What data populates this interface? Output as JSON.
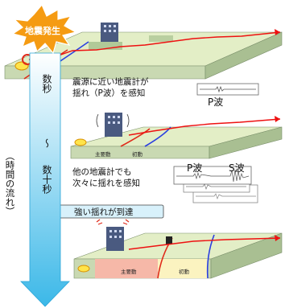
{
  "banner": {
    "label": "地震発生",
    "burst_color": "#f59b12",
    "text_color": "#ffffff"
  },
  "timeline": {
    "label_seconds": "数秒",
    "label_tilde": "～",
    "label_tens": "数十秒",
    "label_flow": "（時間の流れ）",
    "arrow_top_color": "#ffffff",
    "arrow_bottom_color": "#3bb8e8"
  },
  "panel1": {
    "caption": "震源に近い地震計が\n揺れ（P波）を感知",
    "wave_label": "P波"
  },
  "panel2": {
    "caption": "他の地震計でも\n次々に揺れを感知",
    "wave_label_p": "P波",
    "wave_label_s": "S波",
    "zone_s": "主要動",
    "zone_p": "初動"
  },
  "panel3": {
    "alert": "強い揺れが到達",
    "zone_s": "主要動",
    "zone_p": "初動"
  },
  "colors": {
    "ground_top": "#e3eec6",
    "ground_front": "#c9d9b2",
    "ground_side": "#a9bf92",
    "p_wave": "#2b3fe0",
    "s_wave": "#e02a1a",
    "s_zone": "#f6b8a8",
    "p_zone": "#fbf3c0",
    "signal": "#e11"
  }
}
